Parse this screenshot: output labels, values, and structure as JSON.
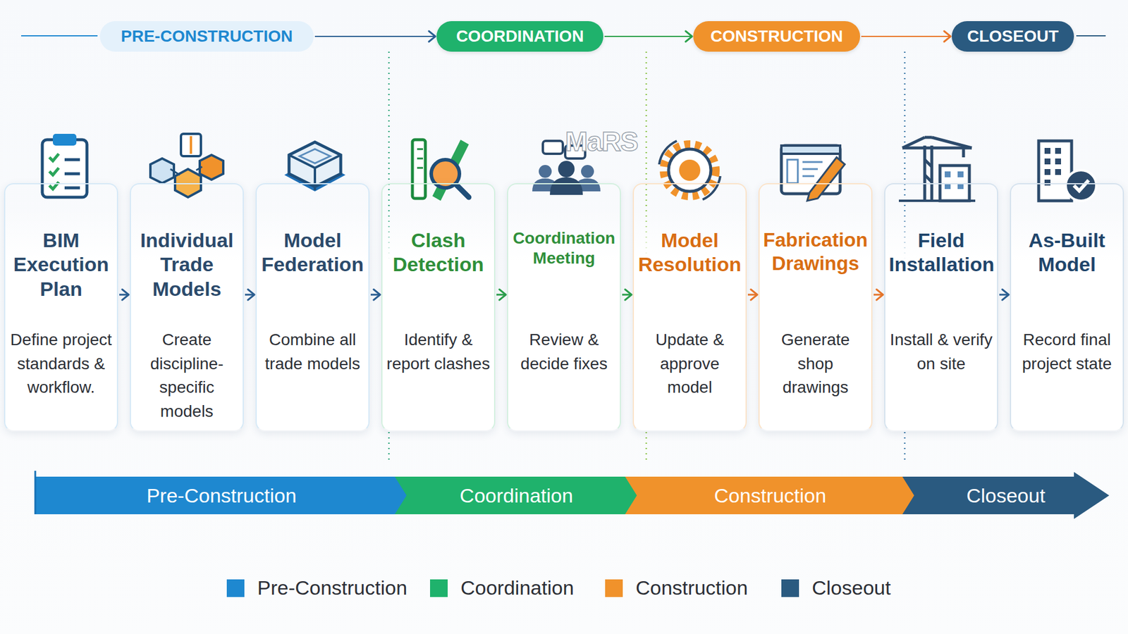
{
  "diagram": {
    "nodes": [
      {
        "text": [
          "PRE-CONSTRUCTION"
        ]
      },
      {
        "text": [
          "COORDINATION"
        ]
      },
      {
        "text": [
          "CONSTRUCTION"
        ]
      },
      {
        "text": [
          "CLOSEOUT"
        ]
      },
      {
        "text": [
          "BIM Execution Plan",
          "Define project standards & workflow."
        ]
      },
      {
        "text": [
          "Individual Trade Models",
          "Create discipline-specific models"
        ]
      },
      {
        "text": [
          "Model Federation",
          "Combine all trade models"
        ]
      },
      {
        "text": [
          "Clash Detection",
          "Identify & report clashes"
        ]
      },
      {
        "text": [
          "Coordination Meeting",
          "Review & decide fixes"
        ]
      },
      {
        "text": [
          "Model Resolution",
          "Update & approve model"
        ]
      },
      {
        "text": [
          "Fabrication Drawings",
          "Generate shop drawings"
        ]
      },
      {
        "text": [
          "Field Installation",
          "Install & verify on site"
        ]
      },
      {
        "text": [
          "As-Built Model",
          "Record final project state"
        ]
      },
      {
        "text": [
          "Pre-Construction"
        ]
      },
      {
        "text": [
          "Coordination"
        ]
      },
      {
        "text": [
          "Construction"
        ]
      },
      {
        "text": [
          "Closeout"
        ]
      }
    ],
    "edges": [
      {
        "from": 0,
        "to": 1,
        "arrow": "to"
      },
      {
        "from": 1,
        "to": 2,
        "arrow": "to"
      },
      {
        "from": 2,
        "to": 3,
        "arrow": "to"
      },
      {
        "from": 4,
        "to": 5,
        "arrow": "to"
      },
      {
        "from": 5,
        "to": 6,
        "arrow": "to"
      },
      {
        "from": 6,
        "to": 7,
        "arrow": "to"
      },
      {
        "from": 7,
        "to": 8,
        "arrow": "to"
      },
      {
        "from": 8,
        "to": 9,
        "arrow": "to"
      },
      {
        "from": 9,
        "to": 10,
        "arrow": "to"
      },
      {
        "from": 10,
        "to": 11,
        "arrow": "to"
      },
      {
        "from": 11,
        "to": 12,
        "arrow": "to"
      }
    ],
    "labels": [
      "MaRS"
    ],
    "legend": [
      {
        "text": "Pre-Construction",
        "color": "#1e88d0"
      },
      {
        "text": "Coordination",
        "color": "#1fb26c"
      },
      {
        "text": "Construction",
        "color": "#f0922b"
      },
      {
        "text": "Closeout",
        "color": "#2a5a80"
      }
    ]
  }
}
